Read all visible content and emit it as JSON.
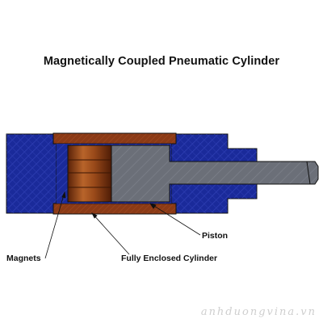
{
  "title": "Magnetically Coupled Pneumatic Cylinder",
  "labels": {
    "piston": "Piston",
    "magnets": "Magnets",
    "cylinder": "Fully Enclosed Cylinder"
  },
  "watermark": "anhduongvina.vn",
  "colors": {
    "body_blue": "#1a2a9a",
    "magnet_brown": "#8b3a16",
    "piston_gray": "#6b6f78",
    "outline": "#111111"
  }
}
